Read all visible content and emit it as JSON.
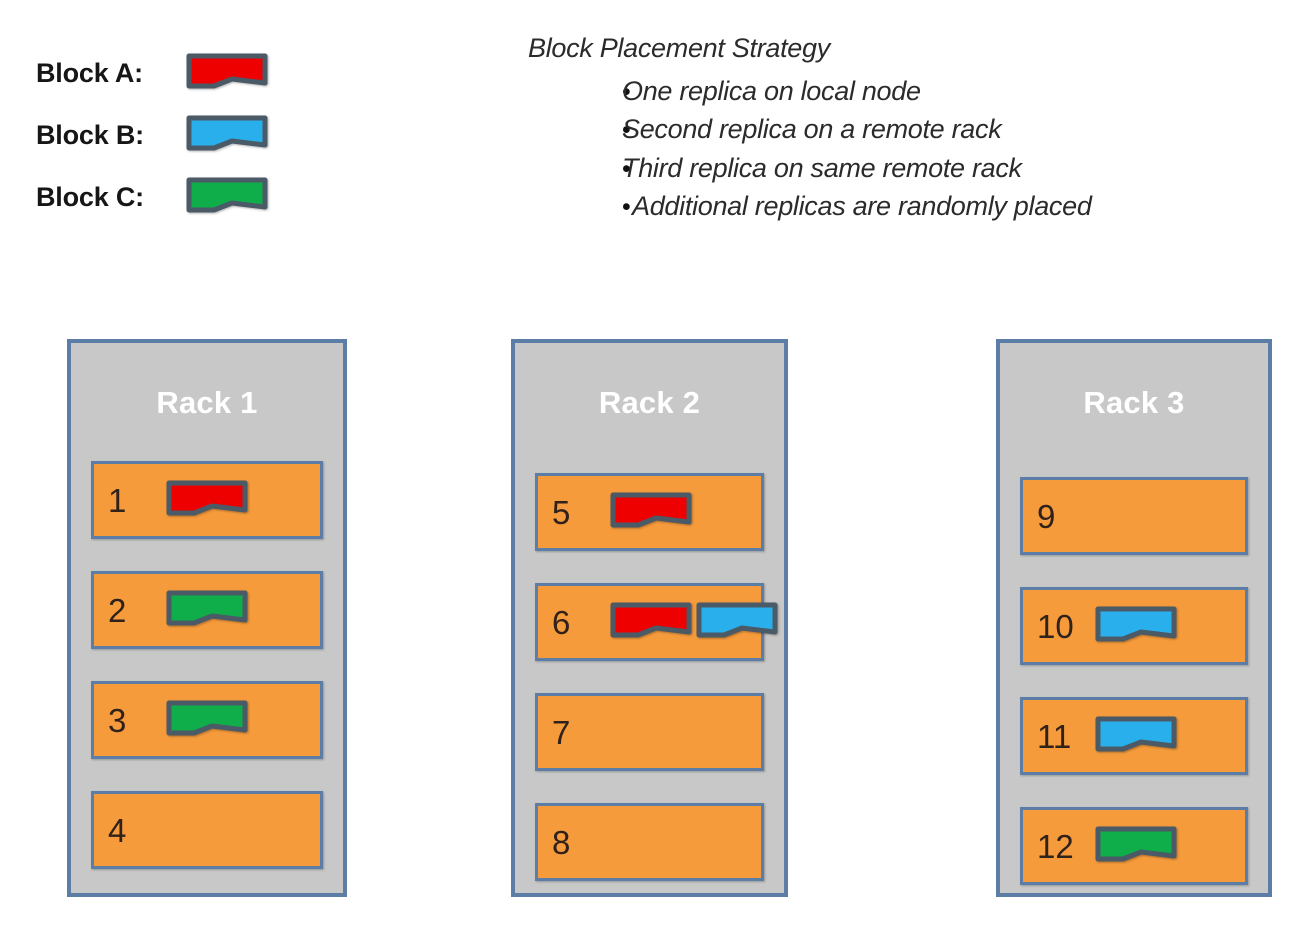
{
  "legend": {
    "items": [
      {
        "label": "Block A:",
        "color": "#ee0000",
        "icon": "block-a-swatch"
      },
      {
        "label": "Block B:",
        "color": "#29b0ec",
        "icon": "block-b-swatch"
      },
      {
        "label": "Block C:",
        "color": "#0fae4b",
        "icon": "block-c-swatch"
      }
    ]
  },
  "strategy": {
    "title": "Block Placement Strategy",
    "bullet": "•",
    "items": [
      "One replica on local node",
      "Second replica on a remote rack",
      "Third replica on same remote rack",
      " Additional replicas are randomly placed"
    ]
  },
  "colors": {
    "block_a": "#ee0000",
    "block_b": "#29b0ec",
    "block_c": "#0fae4b",
    "rack_fill": "#c8c8c8",
    "rack_border": "#5c7ea6",
    "node_fill": "#f59b3c",
    "node_border": "#5c7ea6",
    "block_outline": "#4a5a66",
    "rack_title": "#ffffff",
    "node_number": "#30211a",
    "background": "#ffffff"
  },
  "racks": [
    {
      "title": "Rack 1",
      "nodes": [
        {
          "number": "1",
          "blocks": [
            "block_a"
          ]
        },
        {
          "number": "2",
          "blocks": [
            "block_c"
          ]
        },
        {
          "number": "3",
          "blocks": [
            "block_c"
          ]
        },
        {
          "number": "4",
          "blocks": []
        }
      ]
    },
    {
      "title": "Rack 2",
      "nodes": [
        {
          "number": "5",
          "blocks": [
            "block_a"
          ]
        },
        {
          "number": "6",
          "blocks": [
            "block_a",
            "block_b"
          ]
        },
        {
          "number": "7",
          "blocks": []
        },
        {
          "number": "8",
          "blocks": []
        }
      ]
    },
    {
      "title": "Rack 3",
      "nodes": [
        {
          "number": "9",
          "blocks": []
        },
        {
          "number": "10",
          "blocks": [
            "block_b"
          ]
        },
        {
          "number": "11",
          "blocks": [
            "block_b"
          ]
        },
        {
          "number": "12",
          "blocks": [
            "block_c"
          ]
        }
      ]
    }
  ]
}
